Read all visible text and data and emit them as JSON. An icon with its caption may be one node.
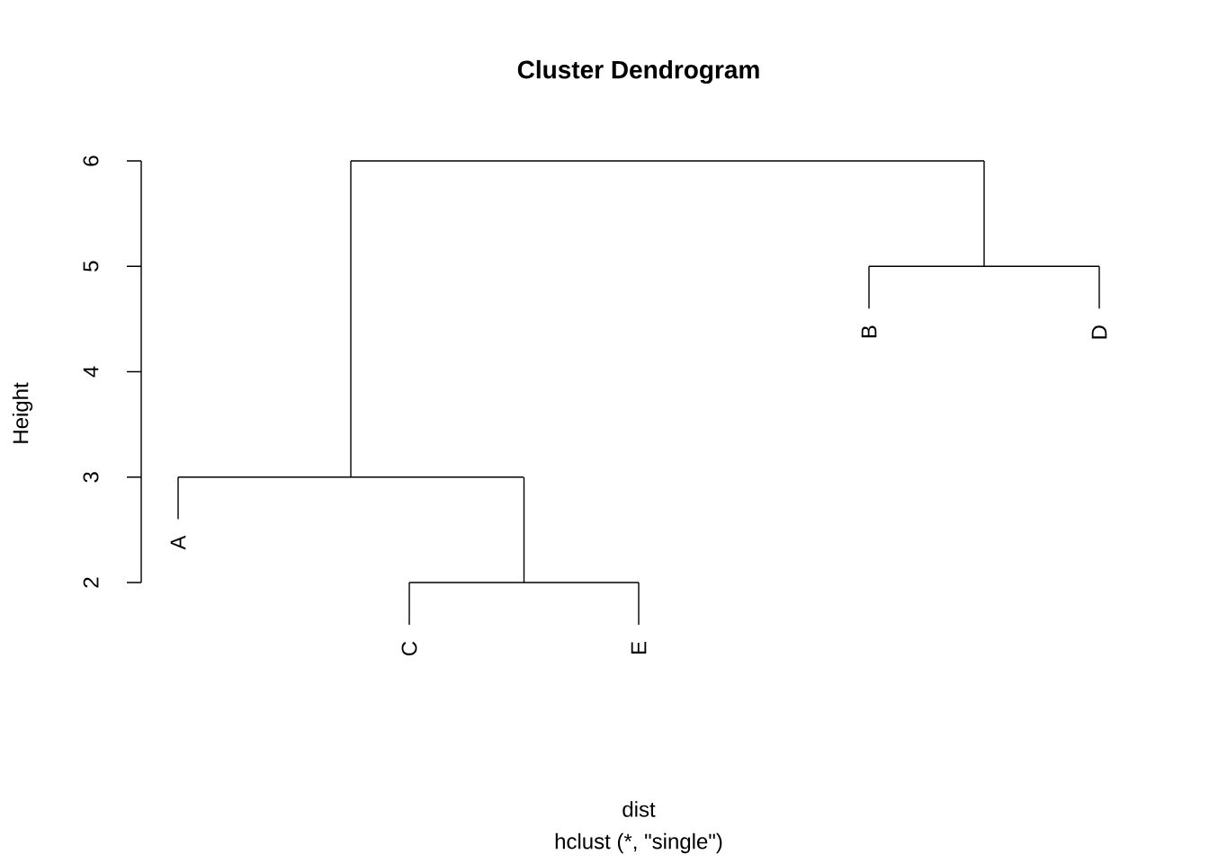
{
  "diagram": {
    "title": "Cluster Dendrogram",
    "nodes": [
      {
        "text": [
          "A"
        ]
      },
      {
        "text": [
          "C"
        ]
      },
      {
        "text": [
          "E"
        ]
      },
      {
        "text": [
          "B"
        ]
      },
      {
        "text": [
          "D"
        ]
      },
      {
        "text": [],
        "shape": "bar"
      },
      {
        "text": [],
        "shape": "bar"
      },
      {
        "text": [],
        "shape": "bar"
      },
      {
        "text": [],
        "shape": "bar"
      }
    ],
    "edges": [
      {
        "from": 5,
        "to": 7,
        "arrow": "none"
      },
      {
        "from": 5,
        "to": 6,
        "arrow": "none"
      },
      {
        "from": 7,
        "to": 0,
        "arrow": "none"
      },
      {
        "from": 7,
        "to": 8,
        "arrow": "none"
      },
      {
        "from": 8,
        "to": 1,
        "arrow": "none"
      },
      {
        "from": 8,
        "to": 2,
        "arrow": "none"
      },
      {
        "from": 6,
        "to": 3,
        "arrow": "none"
      },
      {
        "from": 6,
        "to": 4,
        "arrow": "none"
      }
    ],
    "labels": [
      "2",
      "3",
      "4",
      "5",
      "6",
      "Height",
      "dist",
      "hclust (*, \"single\")"
    ]
  }
}
